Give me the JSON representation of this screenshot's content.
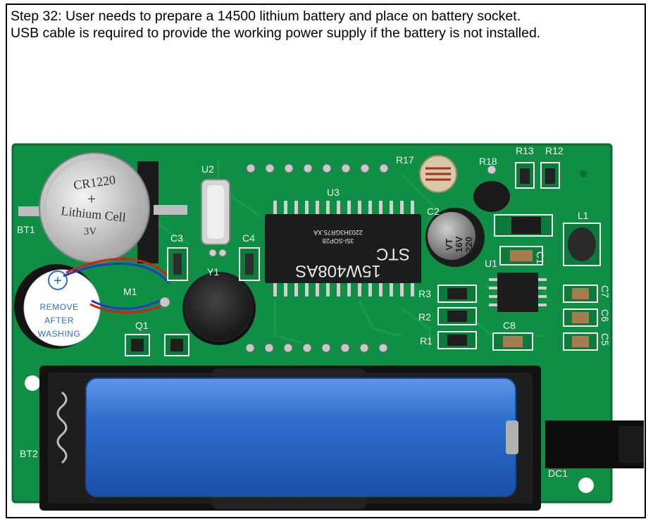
{
  "caption": {
    "line1": "Step 32: User needs to prepare a 14500 lithium battery and place on battery socket.",
    "line2": "USB cable is required to provide the working power supply if the battery is not installed."
  },
  "board_labels": {
    "bt1": "BT1",
    "bt2": "BT2",
    "u1": "U1",
    "u2": "U2",
    "u3": "U3",
    "c1": "C1",
    "c2": "C2",
    "c3": "C3",
    "c4": "C4",
    "c5": "C5",
    "c6": "C6",
    "c7": "C7",
    "c8": "C8",
    "r1": "R1",
    "r2": "R2",
    "r3": "R3",
    "r12": "R12",
    "r13": "R13",
    "r17": "R17",
    "r18": "R18",
    "q1": "Q1",
    "m1": "M1",
    "l1": "L1",
    "dc1": "DC1",
    "y1": "Y1"
  },
  "coin_cell": {
    "model": "CR1220",
    "plus": "+",
    "name": "Lithium Cell",
    "voltage": "3V"
  },
  "buzzer_sticker": {
    "plus": "+",
    "line1": "REMOVE",
    "line2": "AFTER",
    "line3": "WASHING"
  },
  "mcu": {
    "brand": "STC",
    "part": "15W408AS",
    "line2": "35I-SOP28",
    "line3": "2203H3GR75.XA"
  },
  "capacitor_c2": {
    "value": "220",
    "voltage": "16V",
    "series": "VT"
  },
  "colors": {
    "pcb": "#0f8f45",
    "pcb_dark": "#0a6e33",
    "battery_blue": "#2f6fd0",
    "holder_black": "#121212"
  }
}
